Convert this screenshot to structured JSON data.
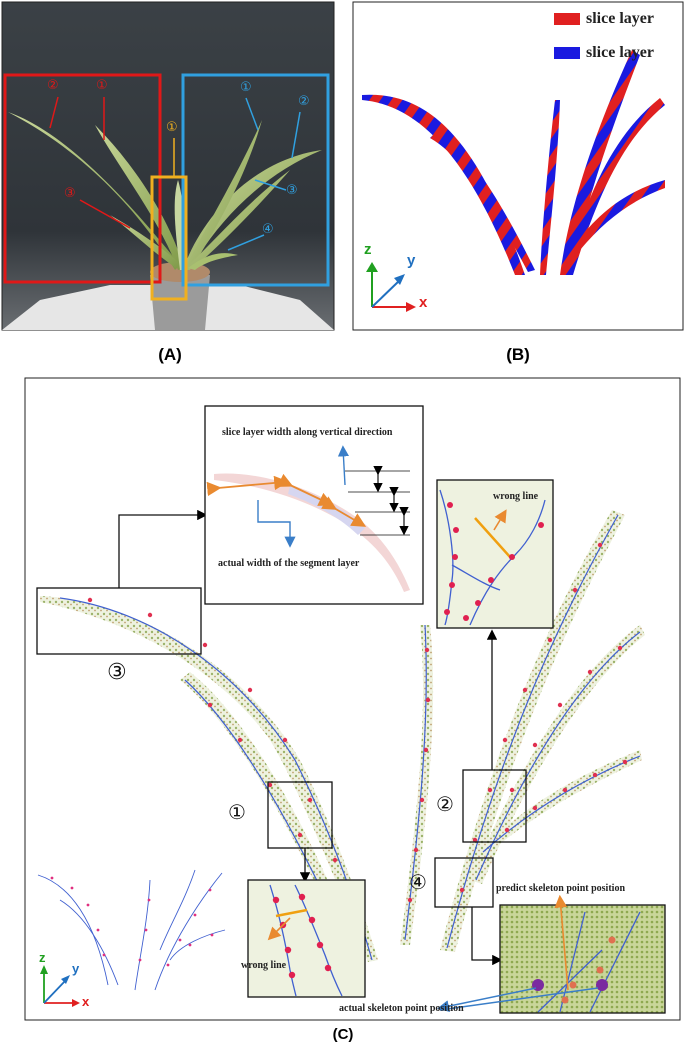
{
  "panels": {
    "a_label": "(A)",
    "b_label": "(B)",
    "c_label": "(C)"
  },
  "panel_b": {
    "legend": [
      {
        "text": "slice layer",
        "color": "#e02020"
      },
      {
        "text": "slice layer",
        "color": "#1a1ae0"
      }
    ],
    "axes": {
      "z": "z",
      "y": "y",
      "x": "x"
    }
  },
  "panel_a": {
    "red_box_markers": [
      "②",
      "①",
      "③"
    ],
    "yellow_box_markers": [
      "①"
    ],
    "blue_box_markers": [
      "①",
      "②",
      "③",
      "④"
    ],
    "colors": {
      "red": "#e01818",
      "yellow": "#f0b020",
      "blue": "#30a0e0"
    }
  },
  "panel_c": {
    "slice_width_label": "slice layer width along vertical direction",
    "actual_width_label": "actual width of the segment layer",
    "wrong_line_top": "wrong line",
    "wrong_line_bottom": "wrong line",
    "predict_label": "predict skeleton point position",
    "actual_label": "actual skeleton point position",
    "markers": {
      "m1": "①",
      "m2": "②",
      "m3": "③",
      "m4": "④"
    },
    "axes": {
      "z": "z",
      "y": "y",
      "x": "x"
    }
  }
}
